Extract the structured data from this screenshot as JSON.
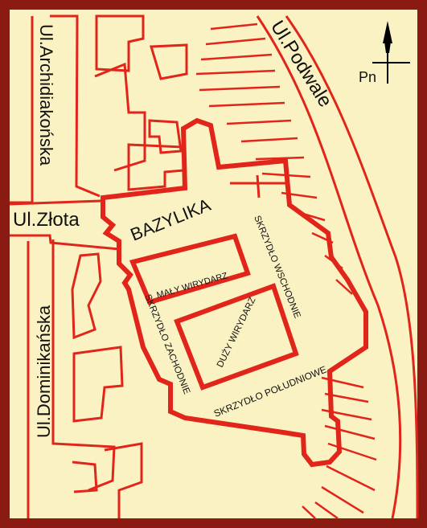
{
  "colors": {
    "frame": "#8b1a12",
    "background": "#fbf2c3",
    "building": "#e1251b",
    "text": "#111111",
    "compass": "#000000"
  },
  "streets": {
    "archidiakonska": "Ul.Archidiakońska",
    "zlota": "Ul.Złota",
    "dominikanska": "Ul.Dominikańska",
    "podwale": "Ul.Podwale"
  },
  "compass": {
    "label": "Pn",
    "icon": "north-arrow-icon"
  },
  "buildings": {
    "bazylika": "BAZYLIKA",
    "maly_wirydarz": "MAŁY WIRYDARZ",
    "duzy_wirydarz": "DUŻY WIRYDARZ",
    "skrzydlo_wschodnie": "SKRZYDŁO WSCHODNIE",
    "skrzydlo_zachodnie": "SKRZYDŁO ZACHODNIE",
    "skrzydlo_poludniowe": "SKRZYDŁO POŁUDNIOWE"
  }
}
